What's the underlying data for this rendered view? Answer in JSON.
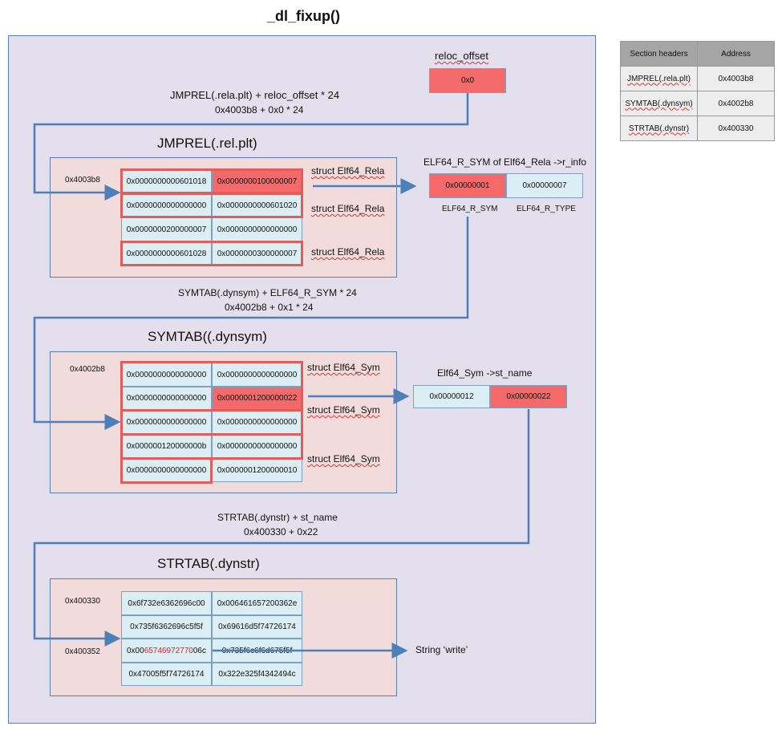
{
  "title": "_dl_fixup()",
  "reloc_offset": {
    "label": "reloc_offset",
    "value": "0x0"
  },
  "formula1": {
    "line1": "JMPREL(.rela.plt) + reloc_offset * 24",
    "line2": "0x4003b8 + 0x0 * 24"
  },
  "jmprel": {
    "title": "JMPREL(.rel.plt)",
    "addr": "0x4003b8",
    "rows": [
      [
        "0x0000000000601018",
        "0x0000000100000007"
      ],
      [
        "0x0000000000000000",
        "0x0000000000601020"
      ],
      [
        "0x0000000200000007",
        "0x0000000000000000"
      ],
      [
        "0x0000000000601028",
        "0x0000000300000007"
      ]
    ],
    "struct_labels": [
      "struct Elf64_Rela",
      "struct Elf64_Rela",
      "struct Elf64_Rela"
    ]
  },
  "r_info": {
    "label": "ELF64_R_SYM of Elf64_Rela ->r_info",
    "sym_value": "0x00000001",
    "type_value": "0x00000007",
    "sym_caption": "ELF64_R_SYM",
    "type_caption": "ELF64_R_TYPE"
  },
  "formula2": {
    "line1": "SYMTAB(.dynsym) + ELF64_R_SYM * 24",
    "line2": "0x4002b8 + 0x1 * 24"
  },
  "symtab": {
    "title": "SYMTAB((.dynsym)",
    "addr": "0x4002b8",
    "rows": [
      [
        "0x0000000000000000",
        "0x0000000000000000"
      ],
      [
        "0x0000000000000000",
        "0x0000001200000022"
      ],
      [
        "0x0000000000000000",
        "0x0000000000000000"
      ],
      [
        "0x000000120000000b",
        "0x0000000000000000"
      ],
      [
        "0x0000000000000000",
        "0x0000001200000010"
      ]
    ],
    "struct_labels": [
      "struct Elf64_Sym",
      "struct Elf64_Sym",
      "struct Elf64_Sym"
    ]
  },
  "st_name": {
    "label": "Elf64_Sym ->st_name",
    "value_a": "0x00000012",
    "value_b": "0x00000022"
  },
  "formula3": {
    "line1": "STRTAB(.dynstr) + st_name",
    "line2": "0x400330 + 0x22"
  },
  "strtab": {
    "title": "STRTAB(.dynstr)",
    "addr1": "0x400330",
    "addr2": "0x400352",
    "rows": [
      [
        "0x6f732e6362696c00",
        "0x006461657200362e"
      ],
      [
        "0x735f6362696c5f5f",
        "0x69616d5f74726174"
      ],
      [
        "0x006574697277006c",
        "0x735f6c6f6d675f5f"
      ],
      [
        "0x47005f5f74726174",
        "0x322e325f4342494c"
      ]
    ],
    "highlight_prefix": "0x00",
    "highlight_mid": "65746972770",
    "highlight_suffix": "06c"
  },
  "result": "String ‘write’",
  "section_headers": {
    "col1": "Section headers",
    "col2": "Address",
    "rows": [
      [
        "JMPREL(.rela.plt)",
        "0x4003b8"
      ],
      [
        "SYMTAB(.dynsym)",
        "0x4002b8"
      ],
      [
        "STRTAB(.dynstr)",
        "0x400330"
      ]
    ]
  },
  "colors": {
    "highlight": "#f46a6a",
    "cell": "#dbeef4",
    "panel": "#f2dcdb",
    "background": "#e4dfec",
    "arrow": "#4f7fb8",
    "outline": "#e35b5b"
  }
}
